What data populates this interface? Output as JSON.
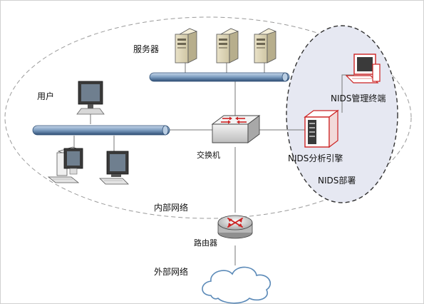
{
  "labels": {
    "servers": "服务器",
    "users": "用户",
    "switch": "交换机",
    "internal_network": "内部网络",
    "router": "路由器",
    "external_network": "外部网络",
    "nids_console": "NIDS管理终端",
    "nids_engine": "NIDS分析引擎",
    "nids_deployment": "NIDS部署"
  },
  "colors": {
    "bus": "#7d9dc0",
    "nids_zone": "#e6e8f2",
    "nids_accent": "#cc2222",
    "dashed": "#9a9a9a"
  }
}
